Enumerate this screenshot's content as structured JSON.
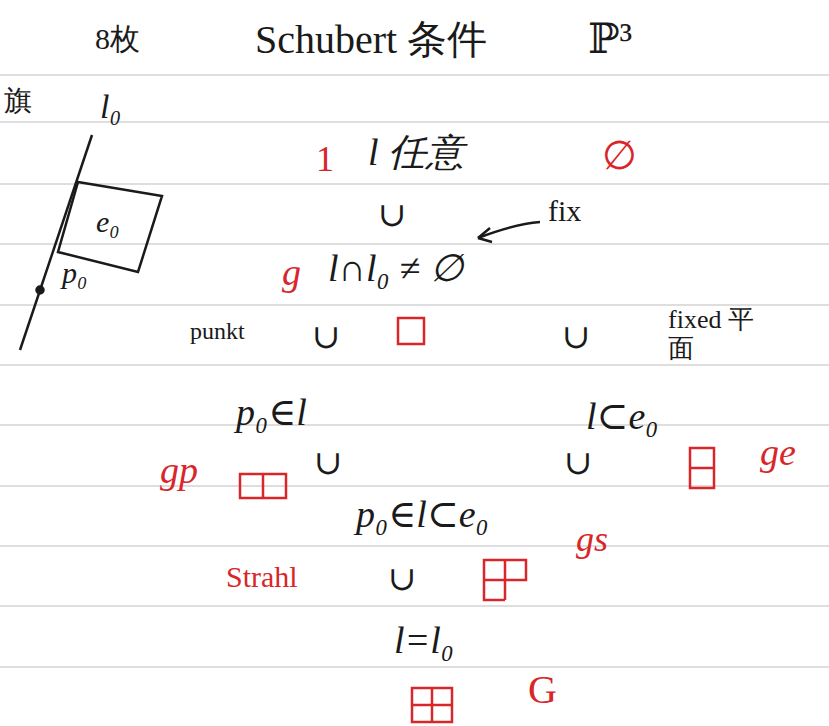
{
  "diagram": {
    "title": "Schubert 条件",
    "labels": [
      "8枚",
      "ℙ³",
      "旗",
      "l₀",
      "e₀",
      "p₀",
      "1",
      "l 任意",
      "∅",
      "∪",
      "fix",
      "g",
      "l∩l₀ ≠ ∅",
      "punkt",
      "∪",
      "∪",
      "fixed 平面",
      "p₀∈l",
      "l⊂e₀",
      "gp",
      "∪",
      "∪",
      "ge",
      "p₀∈l⊂e₀",
      "gs",
      "Strahl",
      "∪",
      "l=l₀",
      "G"
    ]
  }
}
